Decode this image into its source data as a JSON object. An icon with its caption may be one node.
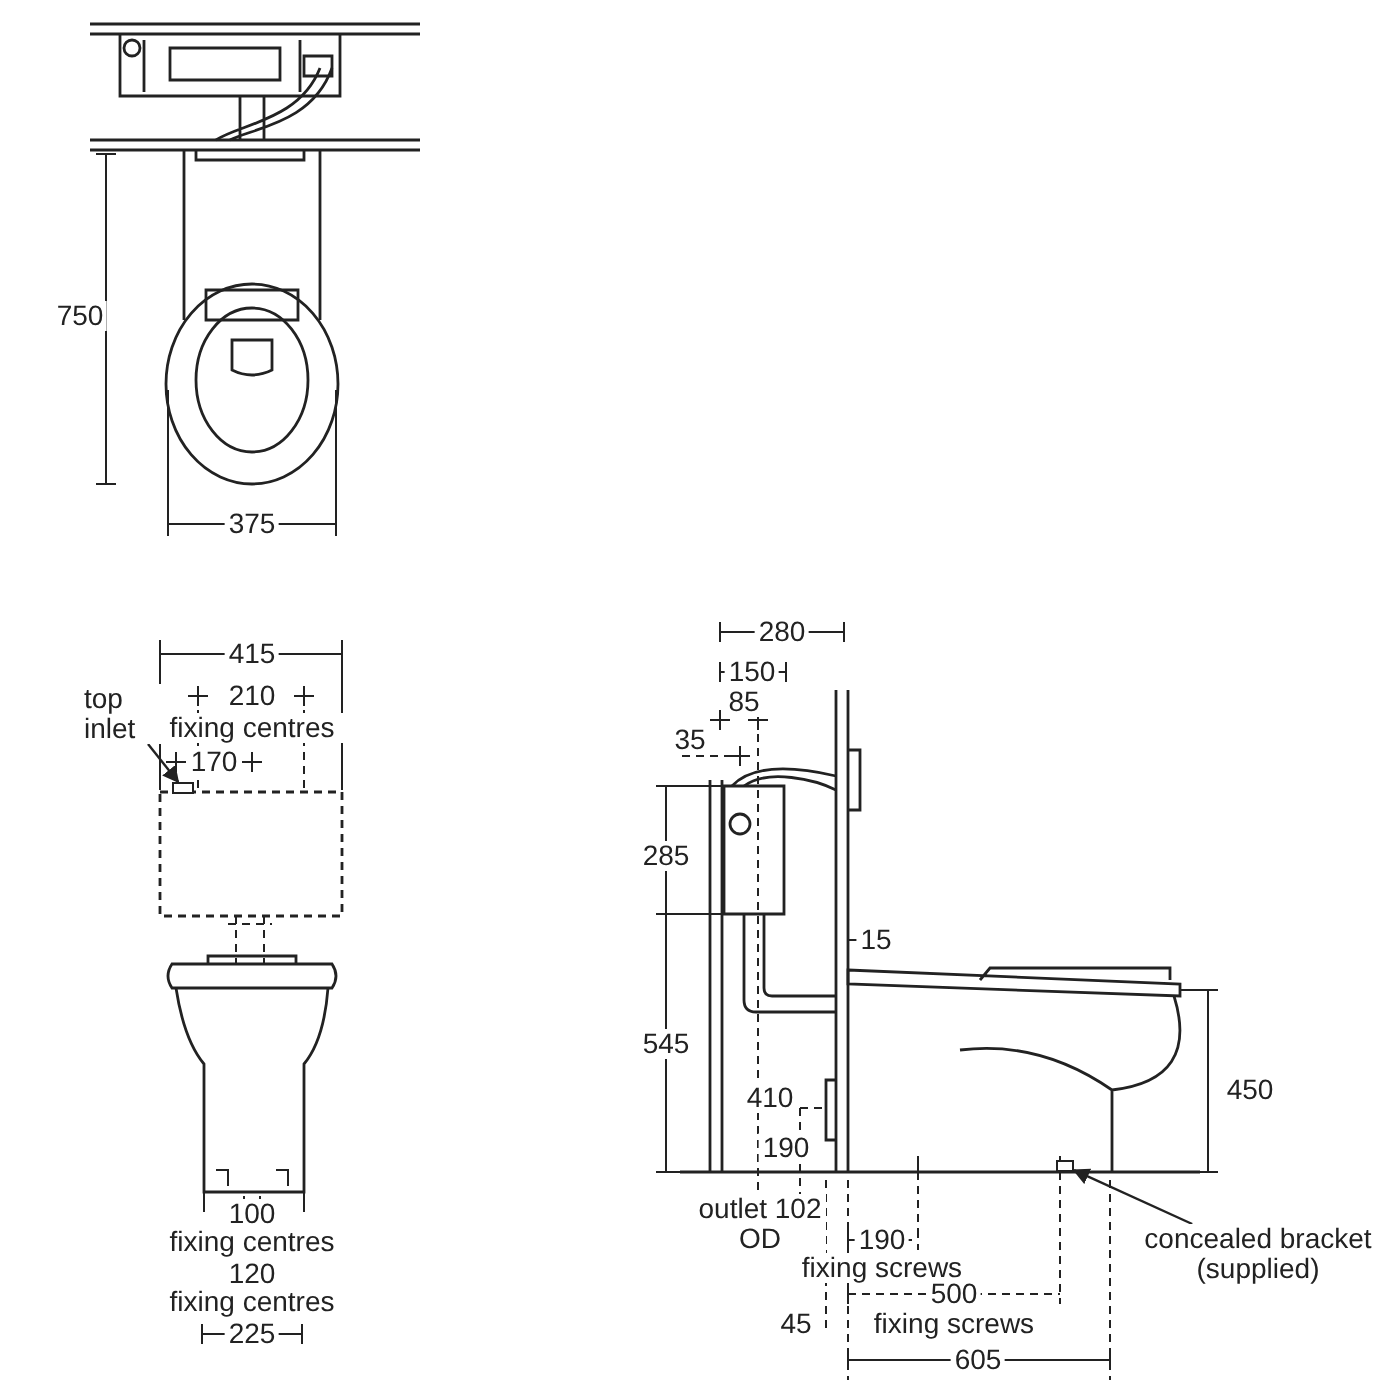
{
  "diagram": {
    "nodes": [
      {
        "text": [
          "top inlet"
        ]
      },
      {
        "text": [],
        "shape": "box"
      },
      {
        "text": [
          "concealed bracket (supplied)"
        ]
      },
      {
        "text": [],
        "shape": "box"
      }
    ],
    "edges": [
      {
        "from": 0,
        "to": 1,
        "arrow": "to"
      },
      {
        "from": 2,
        "to": 3,
        "arrow": "to"
      }
    ],
    "labels": [
      "750",
      "375",
      "415",
      "210",
      "fixing centres",
      "170",
      "100",
      "fixing centres",
      "120",
      "fixing centres",
      "225",
      "280",
      "150",
      "85",
      "35",
      "285",
      "15",
      "545",
      "450",
      "410",
      "190",
      "outlet 102 OD",
      "190",
      "fixing screws",
      "500",
      "fixing screws",
      "45",
      "605"
    ]
  }
}
